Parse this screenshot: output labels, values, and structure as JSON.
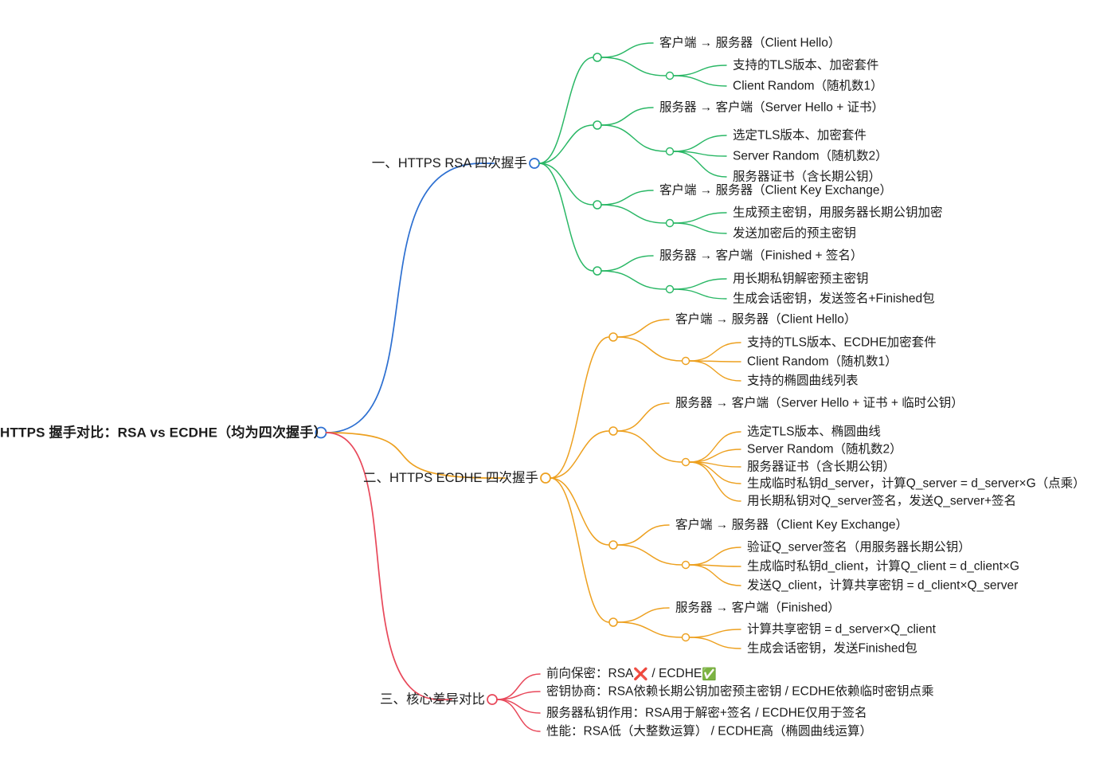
{
  "meta": {
    "kind": "mindmap",
    "background": "#ffffff",
    "text_color": "#1c1c1c"
  },
  "colors": {
    "root": "#2c6fd1",
    "branch1": "#2c6fd1",
    "branch1_sub": "#29b765",
    "branch2": "#eda01f",
    "branch3": "#e8485a",
    "node_fill": "#ffffff"
  },
  "root": {
    "label": "HTTPS 握手对比：RSA vs ECDHE（均为四次握手）"
  },
  "branches": [
    {
      "id": "branch-rsa",
      "label": "一、HTTPS RSA 四次握手",
      "color": "#29b765",
      "trunk_color": "#2c6fd1",
      "children": [
        {
          "label": "客户端 → 服务器（Client Hello）",
          "children": [
            {
              "label": "支持的TLS版本、加密套件"
            },
            {
              "label": "Client Random（随机数1）"
            }
          ]
        },
        {
          "label": "服务器 → 客户端（Server Hello + 证书）",
          "children": [
            {
              "label": "选定TLS版本、加密套件"
            },
            {
              "label": "Server Random（随机数2）"
            },
            {
              "label": "服务器证书（含长期公钥）"
            }
          ]
        },
        {
          "label": "客户端 → 服务器（Client Key Exchange）",
          "children": [
            {
              "label": "生成预主密钥，用服务器长期公钥加密"
            },
            {
              "label": "发送加密后的预主密钥"
            }
          ]
        },
        {
          "label": "服务器 → 客户端（Finished + 签名）",
          "children": [
            {
              "label": "用长期私钥解密预主密钥"
            },
            {
              "label": "生成会话密钥，发送签名+Finished包"
            }
          ]
        }
      ]
    },
    {
      "id": "branch-ecdhe",
      "label": "二、HTTPS ECDHE 四次握手",
      "color": "#eda01f",
      "trunk_color": "#eda01f",
      "children": [
        {
          "label": "客户端 → 服务器（Client Hello）",
          "children": [
            {
              "label": "支持的TLS版本、ECDHE加密套件"
            },
            {
              "label": "Client Random（随机数1）"
            },
            {
              "label": "支持的椭圆曲线列表"
            }
          ]
        },
        {
          "label": "服务器 → 客户端（Server Hello + 证书 + 临时公钥）",
          "children": [
            {
              "label": "选定TLS版本、椭圆曲线"
            },
            {
              "label": "Server Random（随机数2）"
            },
            {
              "label": "服务器证书（含长期公钥）"
            },
            {
              "label": "生成临时私钥d_server，计算Q_server = d_server×G（点乘）"
            },
            {
              "label": "用长期私钥对Q_server签名，发送Q_server+签名"
            }
          ]
        },
        {
          "label": "客户端 → 服务器（Client Key Exchange）",
          "children": [
            {
              "label": "验证Q_server签名（用服务器长期公钥）"
            },
            {
              "label": "生成临时私钥d_client，计算Q_client = d_client×G"
            },
            {
              "label": "发送Q_client，计算共享密钥 = d_client×Q_server"
            }
          ]
        },
        {
          "label": "服务器 → 客户端（Finished）",
          "children": [
            {
              "label": "计算共享密钥 = d_server×Q_client"
            },
            {
              "label": "生成会话密钥，发送Finished包"
            }
          ]
        }
      ]
    },
    {
      "id": "branch-diff",
      "label": "三、核心差异对比",
      "color": "#e8485a",
      "trunk_color": "#e8485a",
      "children": [
        {
          "label": "前向保密：RSA❌ / ECDHE✅"
        },
        {
          "label": "密钥协商：RSA依赖长期公钥加密预主密钥 / ECDHE依赖临时密钥点乘"
        },
        {
          "label": "服务器私钥作用：RSA用于解密+签名 / ECDHE仅用于签名"
        },
        {
          "label": "性能：RSA低（大整数运算） / ECDHE高（椭圆曲线运算）"
        }
      ]
    }
  ],
  "icons": {
    "cross_mark": "❌",
    "check_mark": "✅",
    "node_marker": "circle-node-icon"
  }
}
